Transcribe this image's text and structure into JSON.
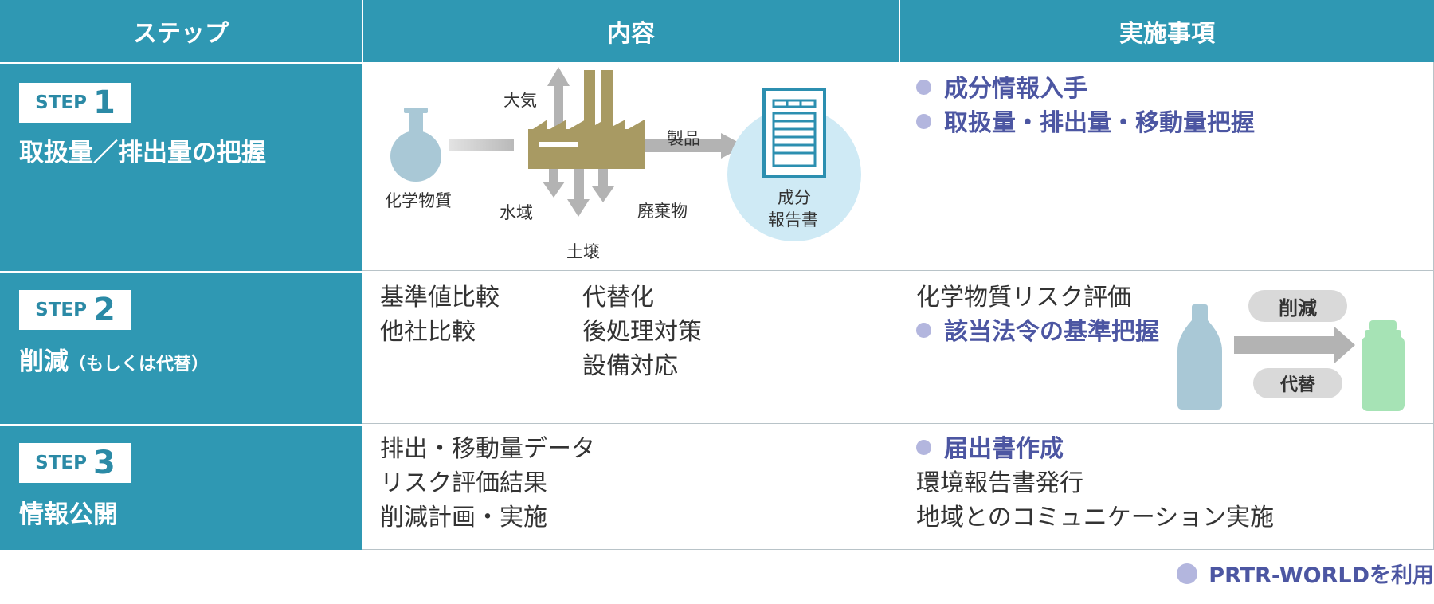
{
  "header": {
    "col1": "ステップ",
    "col2": "内容",
    "col3": "実施事項"
  },
  "steps": [
    {
      "word": "STEP",
      "num": "1",
      "title": "取扱量／排出量の把握",
      "title_sub": ""
    },
    {
      "word": "STEP",
      "num": "2",
      "title": "削減",
      "title_sub": "（もしくは代替）"
    },
    {
      "word": "STEP",
      "num": "3",
      "title": "情報公開",
      "title_sub": ""
    }
  ],
  "row1": {
    "diagram": {
      "chemical": "化学物質",
      "air": "大気",
      "product": "製品",
      "water": "水域",
      "soil": "土壌",
      "waste": "廃棄物",
      "report_line1": "成分",
      "report_line2": "報告書"
    },
    "actions": [
      {
        "text": "成分情報入手",
        "highlight": true
      },
      {
        "text": "取扱量・排出量・移動量把握",
        "highlight": true
      }
    ]
  },
  "row2": {
    "content_left": [
      "基準値比較",
      "他社比較"
    ],
    "content_right": [
      "代替化",
      "後処理対策",
      "設備対応"
    ],
    "actions": [
      {
        "text": "化学物質リスク評価",
        "highlight": false
      },
      {
        "text": "該当法令の基準把握",
        "highlight": true
      }
    ],
    "reduce_label": "削減",
    "substitute_label": "代替"
  },
  "row3": {
    "content": [
      "排出・移動量データ",
      "リスク評価結果",
      "削減計画・実施"
    ],
    "actions": [
      {
        "text": "届出書作成",
        "highlight": true
      },
      {
        "text": "環境報告書発行",
        "highlight": false
      },
      {
        "text": "地域とのコミュニケーション実施",
        "highlight": false
      }
    ]
  },
  "legend": {
    "text": "PRTR-WORLDを利用"
  },
  "colors": {
    "header_bg": "#2f98b3",
    "highlight_text": "#4c56a2",
    "bullet": "#b3b6de",
    "factory": "#a89a63",
    "report_circle": "#cfeaf5",
    "flask": "#a9c8d6",
    "bottle_after": "#a6e3b5"
  }
}
